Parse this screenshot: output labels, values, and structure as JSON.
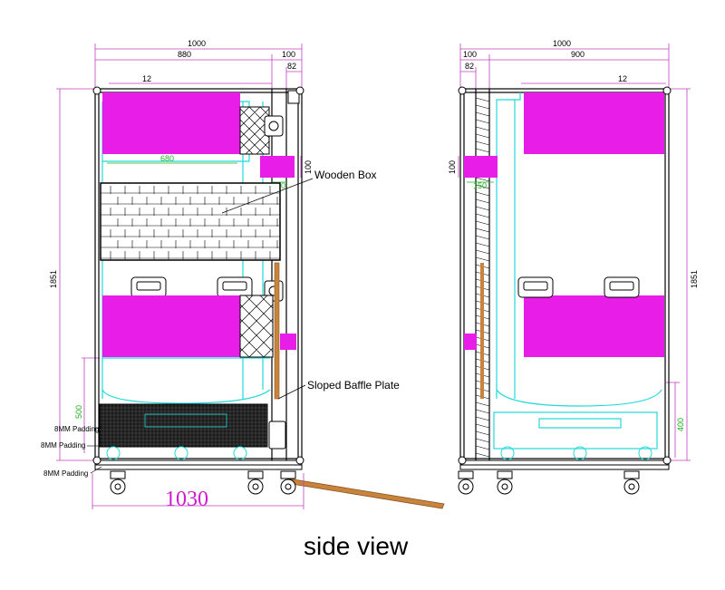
{
  "colors": {
    "magenta": "#e81ee8",
    "dim_line": "#c040c0",
    "cyan": "#22d8d8",
    "frame": "#000000",
    "wood": "#b87333",
    "green_text": "#22b422"
  },
  "left_view": {
    "dims": {
      "overall_width": "1000",
      "inner_width": "880",
      "side_width": "100",
      "side_inner": "82",
      "top_gap": "12",
      "height": "1851",
      "shelf_width": "680",
      "box_height": "100",
      "box_width": "150",
      "lower_height": "500",
      "base_width": "1030"
    },
    "callouts": {
      "wooden_box": "Wooden Box",
      "baffle": "Sloped Baffle Plate"
    },
    "padding_labels": [
      "8MM Padding",
      "8MM Padding",
      "8MM Padding"
    ]
  },
  "right_view": {
    "dims": {
      "overall_width": "1000",
      "side_width": "100",
      "side_inner": "82",
      "inner_width": "900",
      "top_gap": "12",
      "height": "1851",
      "box_height": "100",
      "box_width": "150",
      "lower_height": "400"
    }
  },
  "caption": "side view"
}
